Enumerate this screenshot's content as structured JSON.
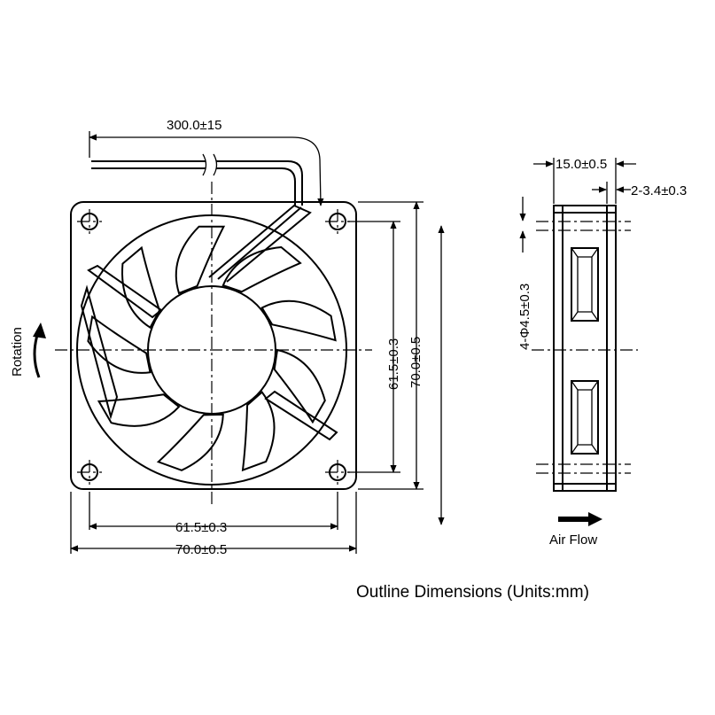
{
  "labels": {
    "cable_length": "300.0±15",
    "hole_spacing_bottom": "61.5±0.3",
    "width_bottom": "70.0±0.5",
    "hole_spacing_right": "61.5±0.3",
    "height_right": "70.0±0.5",
    "thickness": "15.0±0.5",
    "rib_spec": "2-3.4±0.3",
    "mount_holes": "4-Φ4.5±0.3",
    "rotation": "Rotation",
    "air_flow": "Air Flow",
    "caption": "Outline Dimensions (Units:mm)"
  },
  "blade_count": 9
}
